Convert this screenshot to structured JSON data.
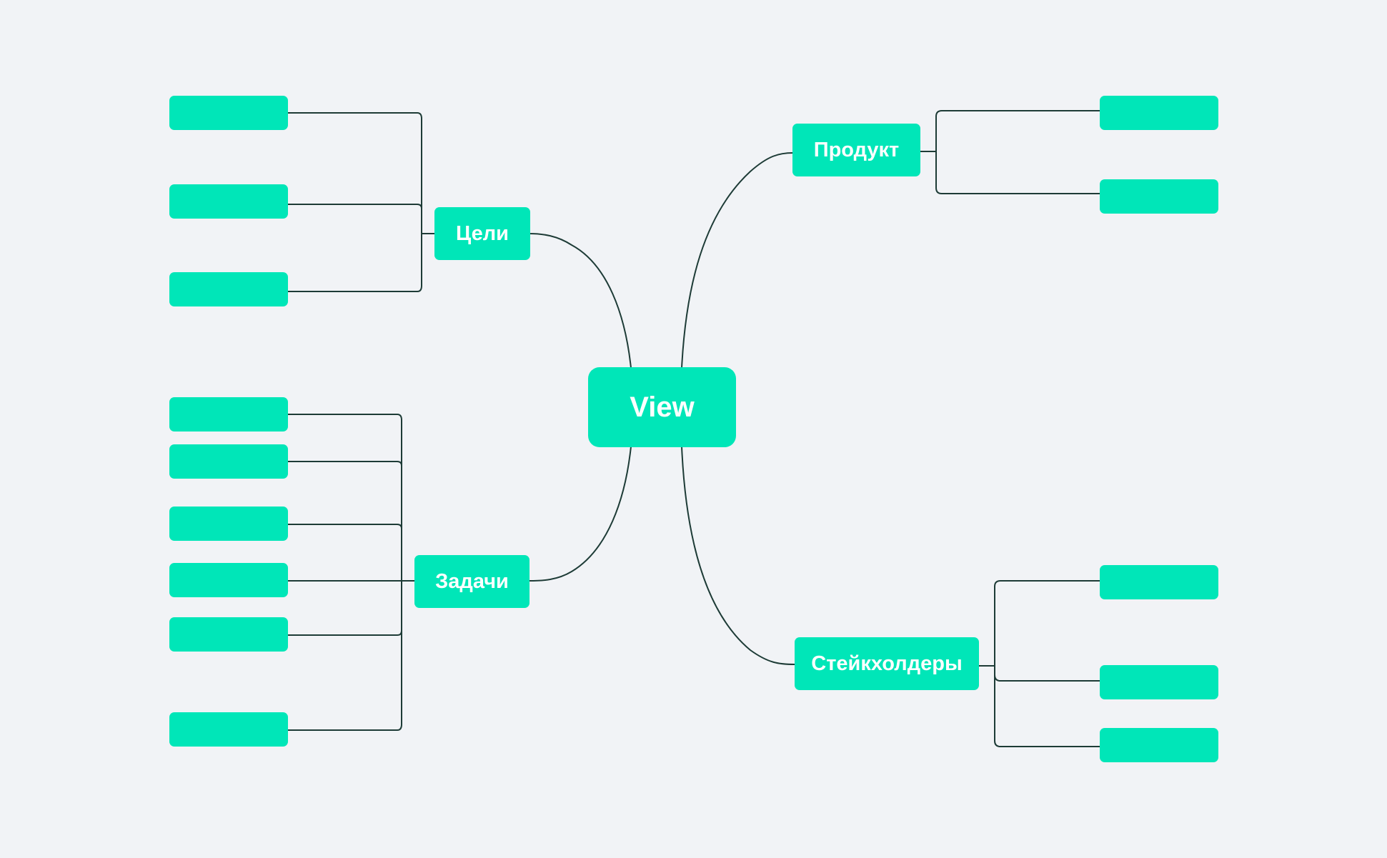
{
  "mindmap": {
    "root": {
      "label": "View",
      "color": "#00e6b8"
    },
    "branches": {
      "goals": {
        "label": "Цели",
        "leaves": [
          "",
          "",
          ""
        ]
      },
      "tasks": {
        "label": "Задачи",
        "leaves": [
          "",
          "",
          "",
          "",
          "",
          ""
        ]
      },
      "product": {
        "label": "Продукт",
        "leaves": [
          "",
          ""
        ]
      },
      "stakeholders": {
        "label": "Стейкхолдеры",
        "leaves": [
          "",
          "",
          ""
        ]
      }
    },
    "colors": {
      "background": "#f1f3f6",
      "node": "#00e6b8",
      "line": "#1d3b36",
      "text": "#ffffff"
    }
  }
}
